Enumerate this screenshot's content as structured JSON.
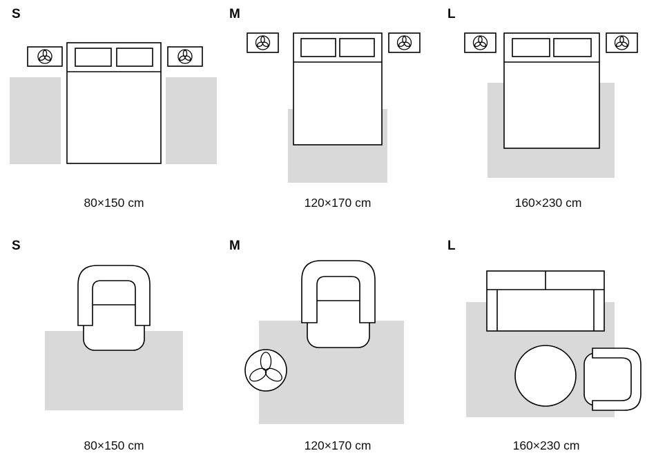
{
  "panels": [
    {
      "label": "S",
      "size": "80×150 cm",
      "scene": "bedroom-two-bedside-rugs"
    },
    {
      "label": "M",
      "size": "120×170 cm",
      "scene": "bedroom-rug-at-foot-of-bed"
    },
    {
      "label": "L",
      "size": "160×230 cm",
      "scene": "bedroom-rug-under-bed"
    },
    {
      "label": "S",
      "size": "80×150 cm",
      "scene": "armchair-on-small-rug"
    },
    {
      "label": "M",
      "size": "120×170 cm",
      "scene": "armchair-and-plant-on-rug"
    },
    {
      "label": "L",
      "size": "160×230 cm",
      "scene": "sofa-coffee-table-armchair-on-rug"
    }
  ],
  "colors": {
    "rug": "#d9d9d9",
    "outline": "#000000",
    "background": "#ffffff",
    "text": "#111111"
  }
}
